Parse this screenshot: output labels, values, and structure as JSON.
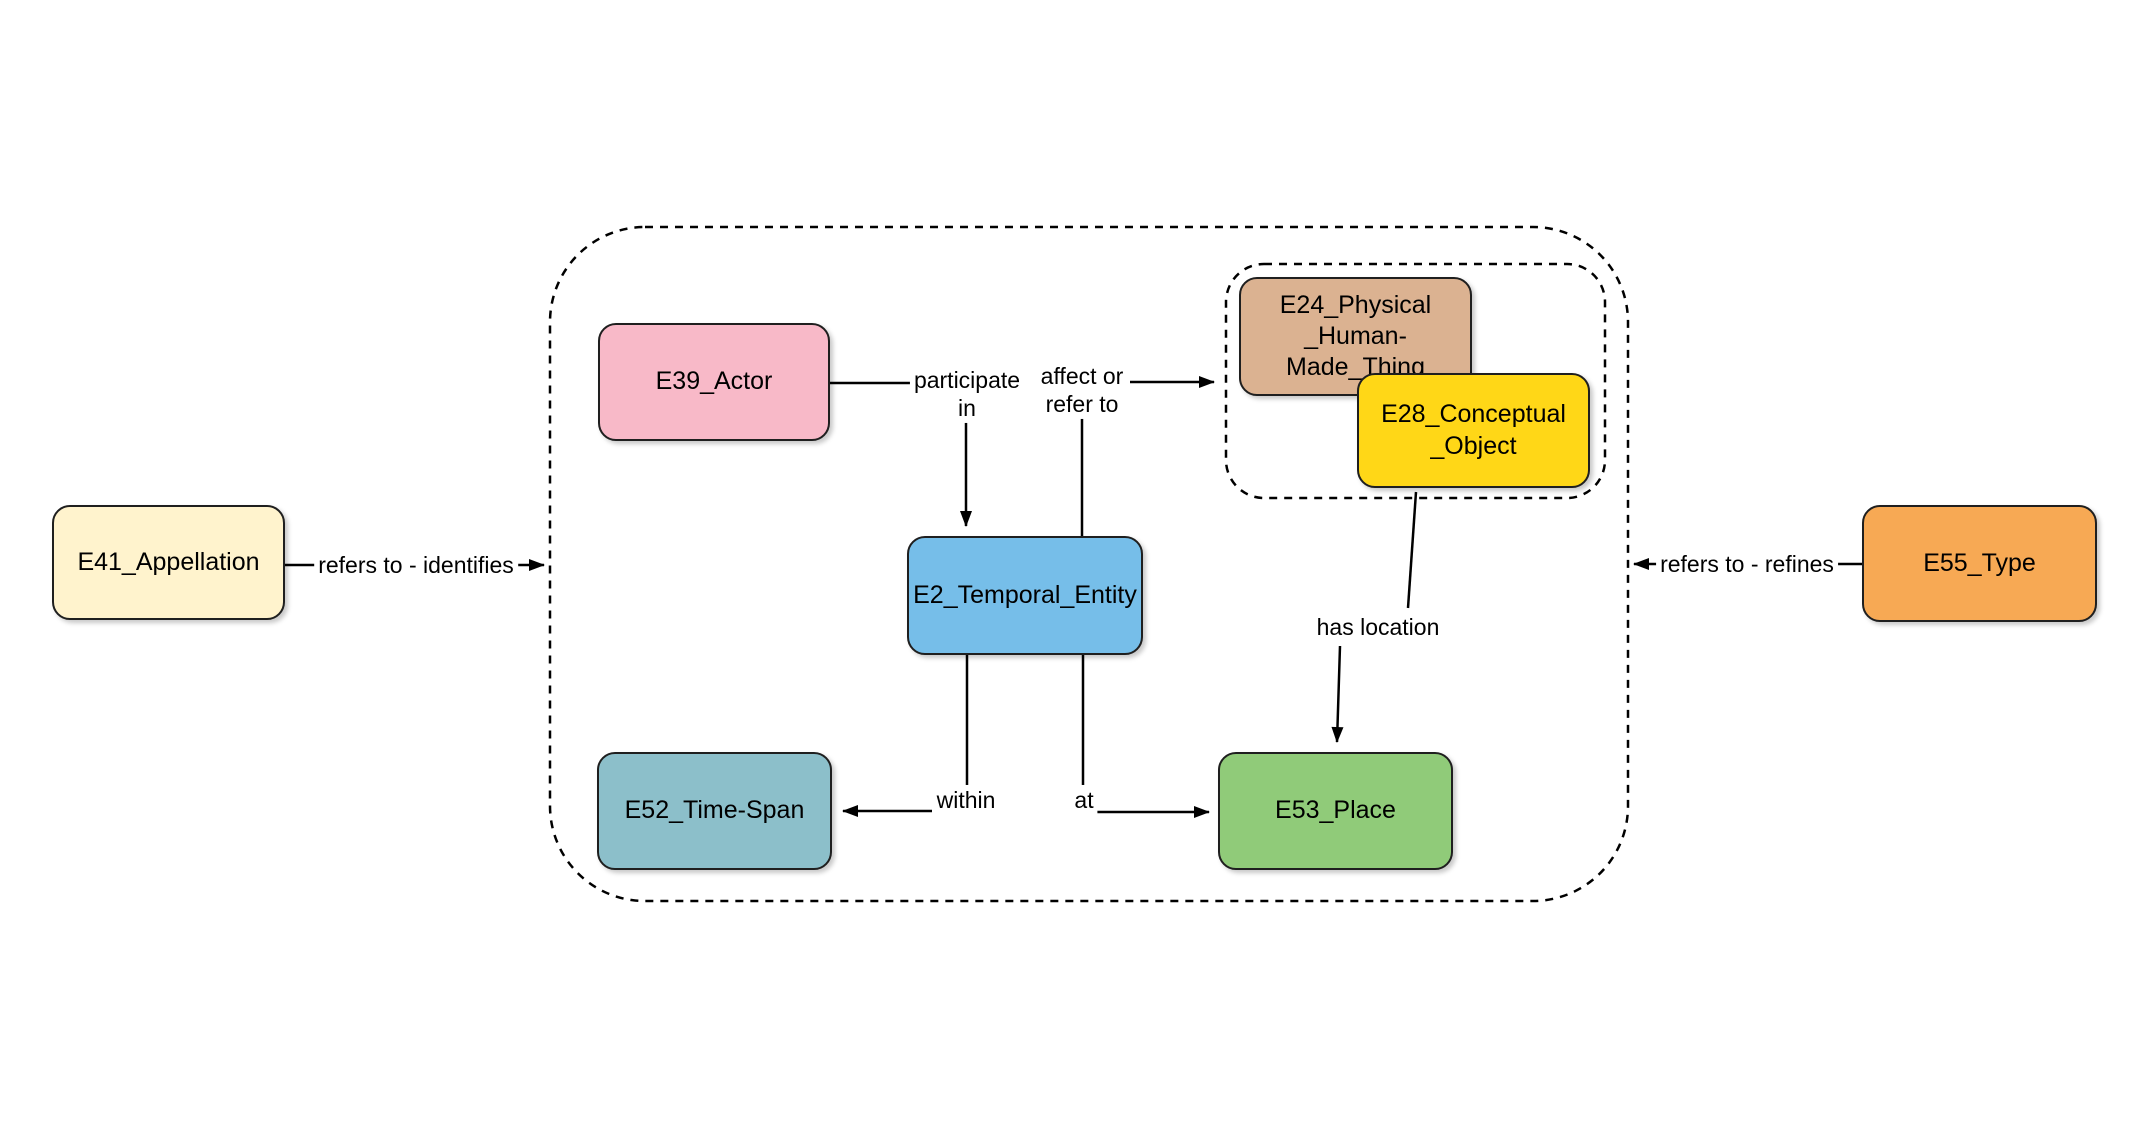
{
  "diagram": {
    "background": "#ffffff",
    "line_color": "#000000",
    "nodes": [
      {
        "id": "e41_appellation",
        "label": "E41_Appellation",
        "color": "#FFF3CD"
      },
      {
        "id": "e39_actor",
        "label": "E39_Actor",
        "color": "#F8B9C8"
      },
      {
        "id": "e24_physical_human_made_thing",
        "label": "E24_Physical\n_Human-Made_Thing",
        "color": "#DBB291"
      },
      {
        "id": "e28_conceptual_object",
        "label": "E28_Conceptual\n_Object",
        "color": "#FFD717"
      },
      {
        "id": "e2_temporal_entity",
        "label": "E2_Temporal_Entity",
        "color": "#76BEE9"
      },
      {
        "id": "e52_time_span",
        "label": "E52_Time-Span",
        "color": "#8CBFCA"
      },
      {
        "id": "e53_place",
        "label": "E53_Place",
        "color": "#90CB79"
      },
      {
        "id": "e55_type",
        "label": "E55_Type",
        "color": "#F7A954"
      }
    ],
    "edges": [
      {
        "id": "refers_to_identifies",
        "label": "refers to - identifies"
      },
      {
        "id": "participate_in",
        "label": "participate\nin"
      },
      {
        "id": "affect_or_refer_to",
        "label": "affect or\nrefer to"
      },
      {
        "id": "has_location",
        "label": "has location"
      },
      {
        "id": "within",
        "label": "within"
      },
      {
        "id": "at",
        "label": "at"
      },
      {
        "id": "refers_to_refines",
        "label": "refers to - refines"
      }
    ]
  }
}
